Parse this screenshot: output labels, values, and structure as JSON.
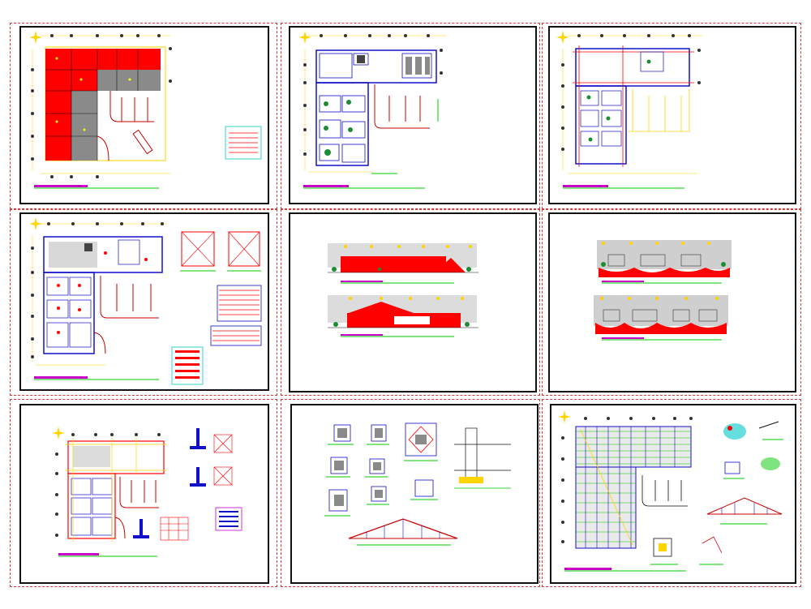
{
  "canvas": {
    "background": "#ffffff"
  },
  "colors": {
    "frame_border": "#d23a3a",
    "sheet_border": "#111111",
    "cad_red": "#ff0000",
    "cad_yellow": "#ffff00",
    "cad_green": "#00c800",
    "cad_blue": "#1010c8",
    "cad_magenta": "#c800c8",
    "cad_cyan": "#00c8c8",
    "cad_gray": "#8a8a8a",
    "cad_dark": "#222222"
  },
  "icons": [
    "north-arrow-icon"
  ],
  "sheets": [
    {
      "id": "sheet-1",
      "content": "floor-plan-red-zone"
    },
    {
      "id": "sheet-2",
      "content": "floor-plan-layout"
    },
    {
      "id": "sheet-3",
      "content": "floor-plan-structure"
    },
    {
      "id": "sheet-4",
      "content": "floor-plan-furnished"
    },
    {
      "id": "sheet-5",
      "content": "elevations"
    },
    {
      "id": "sheet-6",
      "content": "elevations"
    },
    {
      "id": "sheet-7",
      "content": "foundation-plan"
    },
    {
      "id": "sheet-8",
      "content": "construction-details"
    },
    {
      "id": "sheet-9",
      "content": "roof-framing-plan"
    }
  ]
}
